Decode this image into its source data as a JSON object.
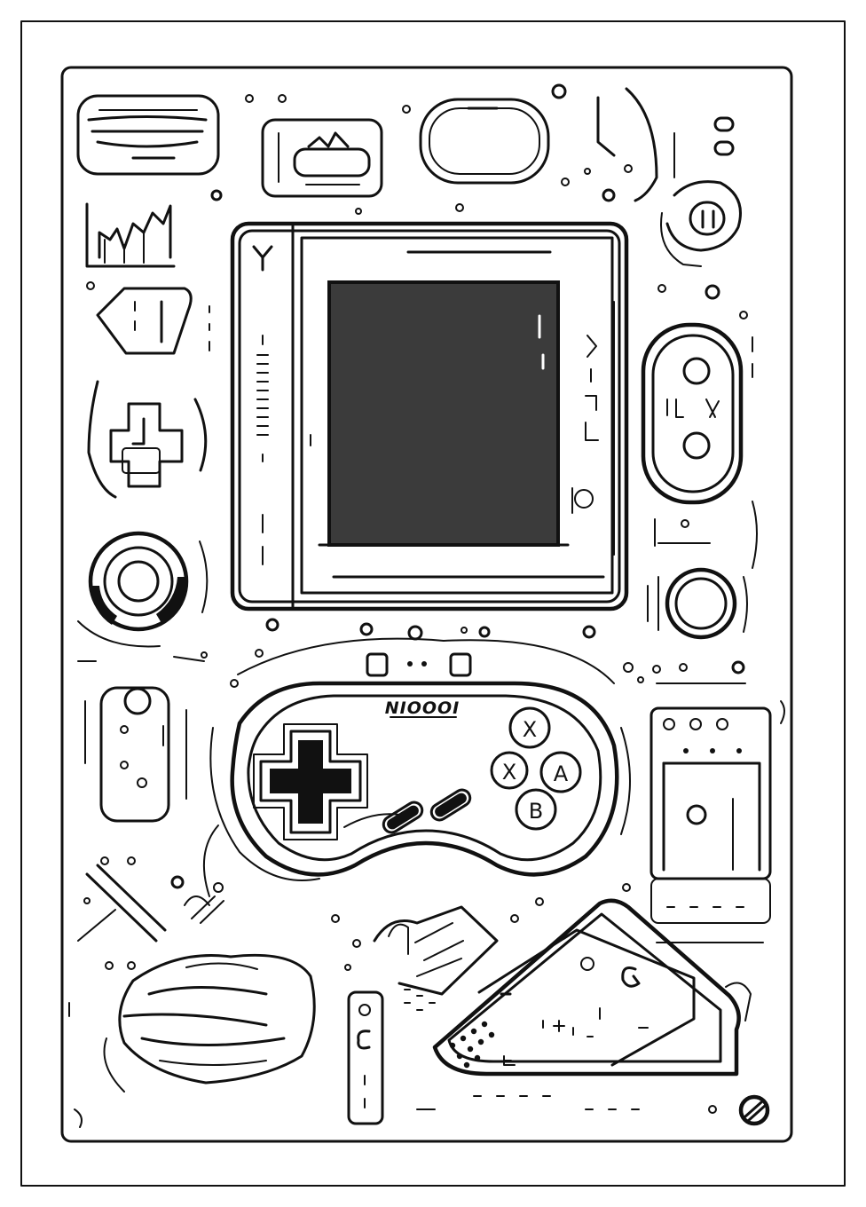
{
  "illustration": {
    "style": "black-and-white line art coloring page",
    "colors": {
      "ink": "#111111",
      "paper": "#ffffff",
      "screen": "#3b3b3b"
    }
  },
  "controller": {
    "brand": "NIOOOI",
    "buttons": {
      "top": "X",
      "left": "X",
      "right": "A",
      "bottom": "B"
    }
  }
}
